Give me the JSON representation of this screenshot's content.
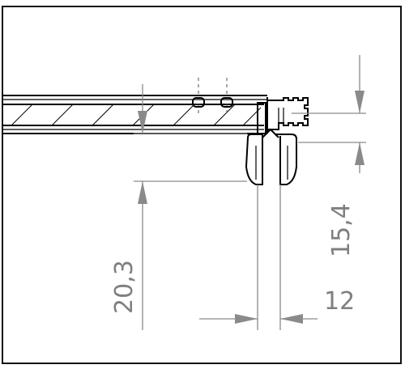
{
  "dimensions": {
    "left_vertical": "20,3",
    "right_vertical": "15,4",
    "bottom_horizontal": "12"
  }
}
